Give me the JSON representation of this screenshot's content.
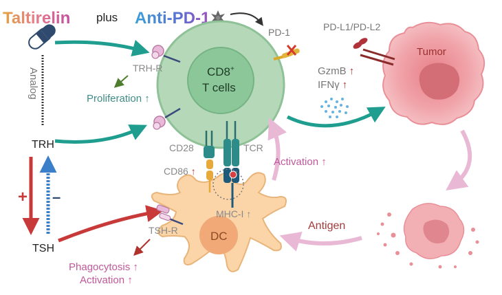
{
  "title": {
    "drug1": "Taltirelin",
    "connector": "plus",
    "drug2": "Anti-PD-1"
  },
  "labels": {
    "analog": "Analog",
    "trh": "TRH",
    "tsh": "TSH",
    "plus_sign": "+",
    "minus_sign": "–",
    "trh_r": "TRH-R",
    "proliferation": "Proliferation ↑",
    "cd8_line1": "CD8",
    "cd8_sup": "+",
    "cd8_line2": "T cells",
    "pd1": "PD-1",
    "pdl1": "PD-L1/PD-L2",
    "tumor": "Tumor",
    "gzmb": "GzmB",
    "ifng": "IFNγ",
    "up": "↑",
    "cd28": "CD28",
    "cd86": "CD86",
    "tcr": "TCR",
    "mhc": "MHC-I ↑",
    "activation_tcell": "Activation ↑",
    "antigen": "Antigen",
    "tsh_r": "TSH-R",
    "dc": "DC",
    "phagocytosis": "Phagocytosis ↑",
    "activation_dc": "Activation ↑"
  },
  "colors": {
    "teal_arrow": "#1f9d8f",
    "red_arrow": "#c83a3a",
    "blue_arrow": "#3b7fc8",
    "pink_arrow": "#e9b8d5",
    "tcell_outer": "#b5d9b8",
    "tcell_inner": "#8cc79a",
    "tumor": "#f0a2a8",
    "dc_fill": "#fbd5a8",
    "grey_text": "#888888",
    "pink_text": "#c0589a",
    "dark_red_text": "#a33a3a"
  }
}
